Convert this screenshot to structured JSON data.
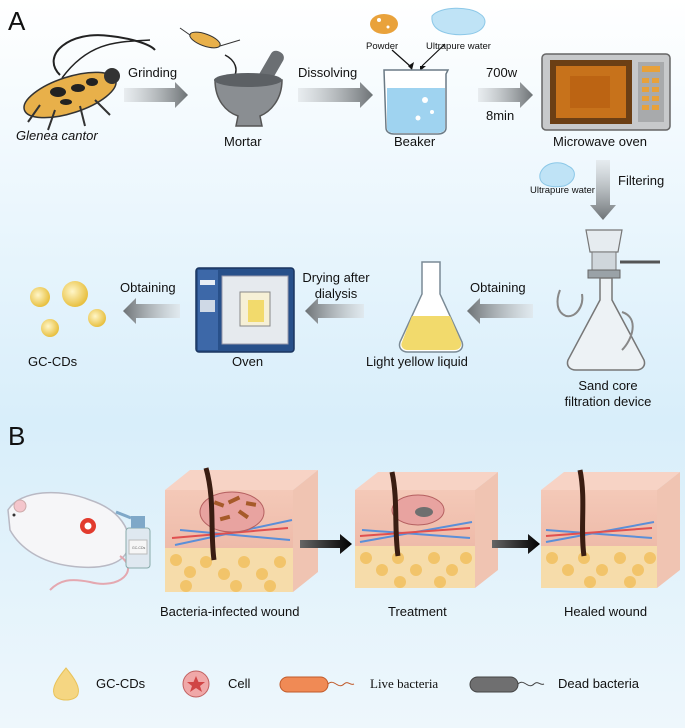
{
  "panels": {
    "a": "A",
    "b": "B"
  },
  "flow": {
    "glenea": "Glenea cantor",
    "grinding": "Grinding",
    "mortar": "Mortar",
    "dissolving": "Dissolving",
    "powder": "Powder",
    "ultrapure_top": "Ultrapure water",
    "beaker": "Beaker",
    "power": "700w",
    "time": "8min",
    "microwave": "Microwave oven",
    "ultrapure_mid": "Ultrapure water",
    "filtering": "Filtering",
    "sand_core_1": "Sand core",
    "sand_core_2": "filtration device",
    "obtaining_right": "Obtaining",
    "light_yellow": "Light yellow liquid",
    "drying_1": "Drying after",
    "drying_2": "dialysis",
    "oven": "Oven",
    "obtaining_left": "Obtaining",
    "gccds": "GC-CDs",
    "bottle_label": "GC-CDs"
  },
  "wound": {
    "infected": "Bacteria-infected wound",
    "treatment": "Treatment",
    "healed": "Healed wound"
  },
  "legend": {
    "gccds": "GC-CDs",
    "cell": "Cell",
    "live": "Live bacteria",
    "dead": "Dead bacteria"
  }
}
